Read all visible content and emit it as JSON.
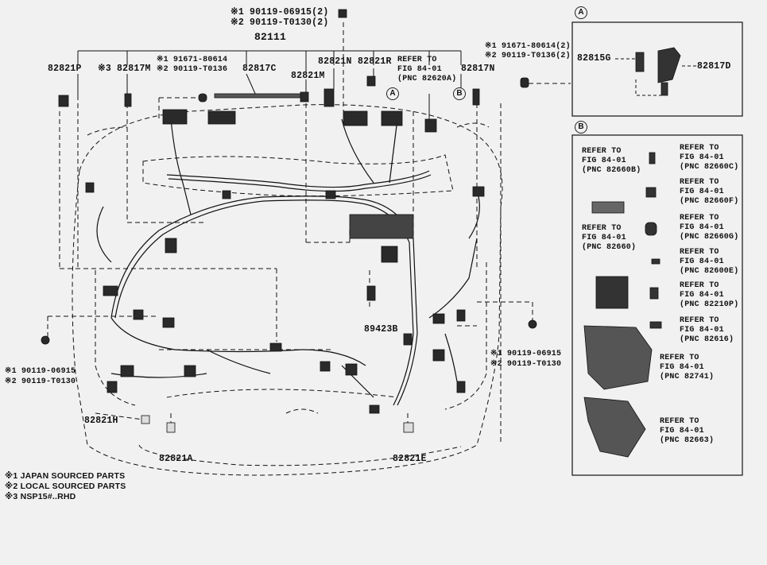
{
  "top_fastener": {
    "line1": "※1 90119-06915(2)",
    "line2": "※2 90119-T0130(2)"
  },
  "main_pnc": "82111",
  "labels": {
    "p82821P": "82821P",
    "p82817M": "※3 82817M",
    "clip_left": {
      "line1": "※1 91671-80614",
      "line2": "※2 90119-T0136"
    },
    "p82817C": "82817C",
    "p82821M_a": "82821M",
    "p82821N": "82821N",
    "p82821R": "82821R",
    "refer_82620A": {
      "line1": "REFER TO",
      "line2": "FIG 84-01",
      "line3": "(PNC 82620A)"
    },
    "p82817N": "82817N",
    "clip_right": {
      "line1": "※1 91671-80614(2)",
      "line2": "※2 90119-T0136(2)"
    },
    "circle_a": "A",
    "circle_b": "B",
    "p89423B": "89423B",
    "bolt_left": {
      "line1": "※1 90119-06915",
      "line2": "※2 90119-T0130"
    },
    "bolt_right": {
      "line1": "※1 90119-06915",
      "line2": "※2 90119-T0130"
    },
    "p82821H": "82821H",
    "p82821A": "82821A",
    "p82821E": "82821E"
  },
  "inset_a": {
    "title": "A",
    "part_left": "82815G",
    "part_right": "82817D"
  },
  "inset_b": {
    "title": "B",
    "refs": [
      {
        "line1": "REFER TO",
        "line2": "FIG 84-01",
        "line3": "(PNC 82660B)"
      },
      {
        "line1": "REFER TO",
        "line2": "FIG 84-01",
        "line3": "(PNC 82660C)"
      },
      {
        "line1": "REFER TO",
        "line2": "FIG 84-01",
        "line3": "(PNC 82660F)"
      },
      {
        "line1": "REFER TO",
        "line2": "FIG 84-01",
        "line3": "(PNC 82660)"
      },
      {
        "line1": "REFER TO",
        "line2": "FIG 84-01",
        "line3": "(PNC 82660G)"
      },
      {
        "line1": "REFER TO",
        "line2": "FIG 84-01",
        "line3": "(PNC 82600E)"
      },
      {
        "line1": "REFER TO",
        "line2": "FIG 84-01",
        "line3": "(PNC 82210P)"
      },
      {
        "line1": "REFER TO",
        "line2": "FIG 84-01",
        "line3": "(PNC 82616)"
      },
      {
        "line1": "REFER TO",
        "line2": "FIG 84-01",
        "line3": "(PNC 82741)"
      },
      {
        "line1": "REFER TO",
        "line2": "FIG 84-01",
        "line3": "(PNC 82663)"
      }
    ]
  },
  "notes": [
    "※1 JAPAN SOURCED PARTS",
    "※2 LOCAL SOURCED PARTS",
    "※3 NSP15#..RHD"
  ],
  "colors": {
    "background": "#f1f1f1",
    "ink": "#111111",
    "connector": "#2a2a2a"
  }
}
